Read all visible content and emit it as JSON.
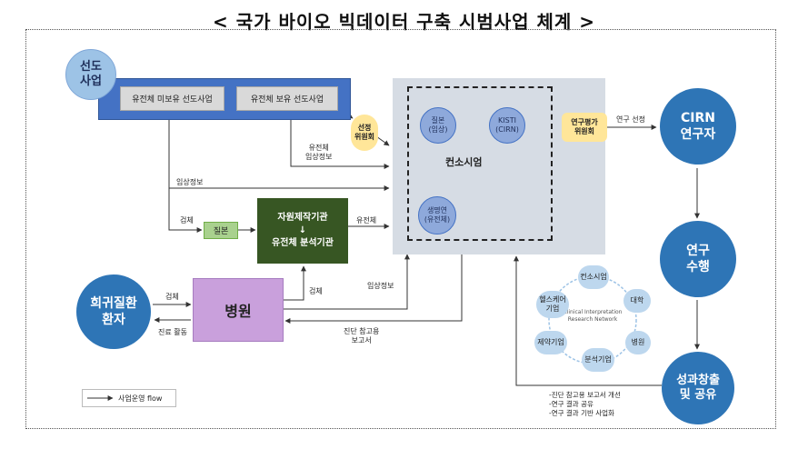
{
  "title": "< 국가 바이오 빅데이터 구축 시범사업 체계 >",
  "lead": {
    "circle": "선도\n사업",
    "left_box": "유전체 미보유 선도사업",
    "right_box": "유전체 보유 선도사업"
  },
  "selection_committee": "선정\n위원회",
  "consortium": {
    "label": "컨소시엄",
    "node_clinic": "질본\n(임상)",
    "node_kisti": "KISTI\n(CIRN)",
    "node_genome": "생명연\n(유전체)"
  },
  "eval_committee": "연구평가\n위원회",
  "cirn_researcher": "CIRN\n연구자",
  "research": "연구\n수행",
  "outcome": "성과창출\n및 공유",
  "resource_org": {
    "line1": "자원제작기관",
    "line2": "↓",
    "line3": "유전체 분석기관"
  },
  "kdca_small": "질본",
  "hospital": "병원",
  "patient": "희귀질환\n환자",
  "network": {
    "center": "Clinical Interpretation\nResearch Network",
    "nodes": [
      "컨소시엄",
      "대학",
      "병원",
      "분석기업",
      "제약기업",
      "헬스케어\n기업"
    ]
  },
  "labels": {
    "research_selection": "연구 선정",
    "genome_clinical_info": "유전체\n임상정보",
    "clinical_info_1": "임상정보",
    "specimen_1": "검체",
    "genome_1": "유전체",
    "specimen_2": "검체",
    "specimen_3": "검체",
    "clinical_info_2": "임상정보",
    "treatment": "진료 활동",
    "diagnosis_report": "진단 참고용\n보고서",
    "outcome_list": "-진단 참고용 보고서 개선\n-연구 결과 공유\n-연구 결과 기반 사업화"
  },
  "legend": "사업운영 flow",
  "colors": {
    "blue": "#4472c4",
    "dark_blue": "#2e75b6",
    "node": "#8ea9db",
    "light_blue": "#bdd7ee",
    "gray_box": "#d9d9d9",
    "panel": "#d6dce4",
    "green": "#375623",
    "light_green": "#a9d18e",
    "purple": "#c9a0dc",
    "yellow": "#ffe699"
  }
}
